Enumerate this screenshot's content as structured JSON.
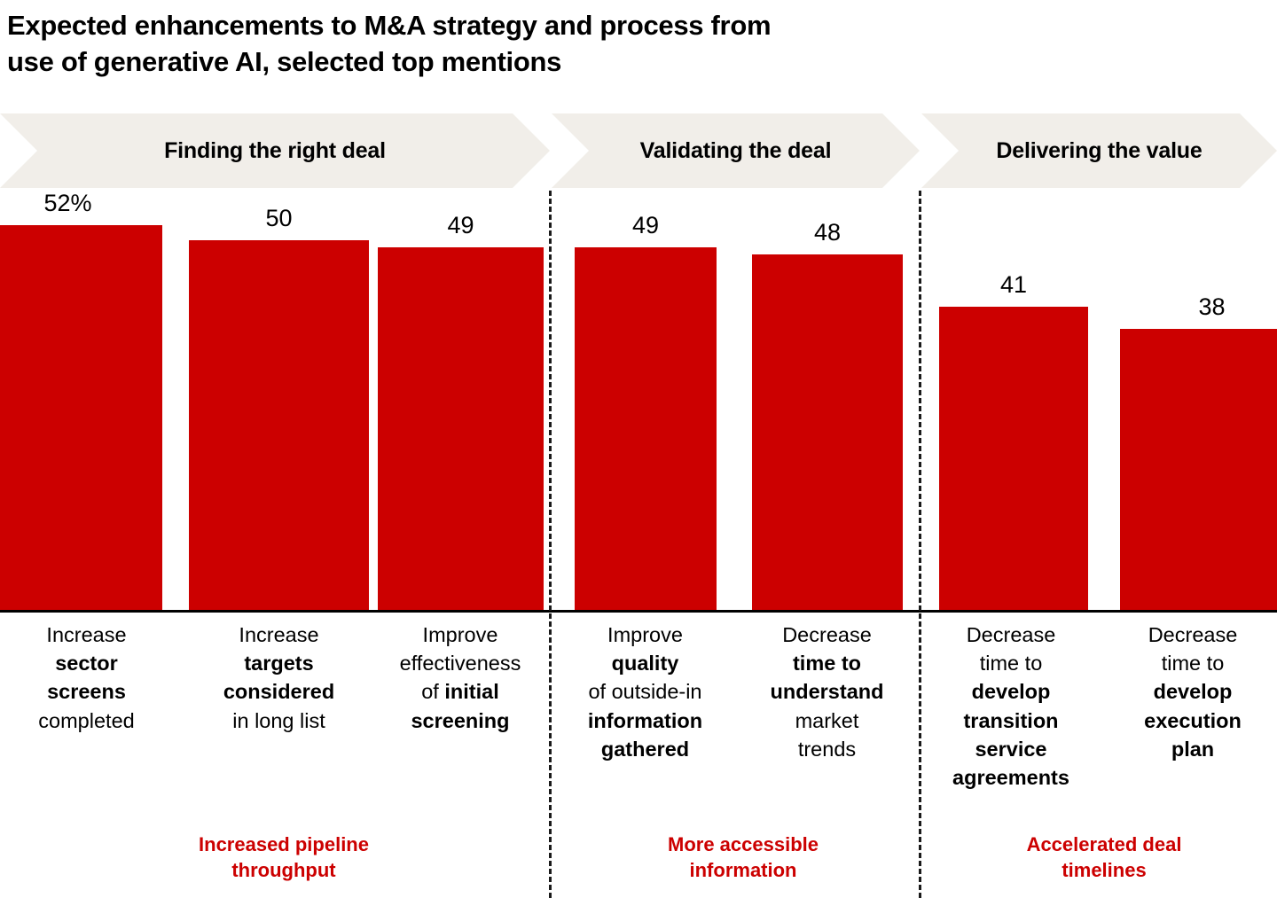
{
  "title": {
    "line1": "Expected enhancements to M&A strategy and process from",
    "line2": "use of generative AI, selected top mentions"
  },
  "banner": {
    "stages": [
      {
        "label": "Finding the right deal"
      },
      {
        "label": "Validating the deal"
      },
      {
        "label": "Delivering the value"
      }
    ]
  },
  "footers": [
    {
      "text": "Increased pipeline\nthroughput"
    },
    {
      "text": "More accessible\ninformation"
    },
    {
      "text": "Accelerated deal\ntimelines"
    }
  ],
  "chart_data": {
    "type": "bar",
    "title": "Expected enhancements to M&A strategy and process from use of generative AI, selected top mentions",
    "xlabel": "",
    "ylabel": "",
    "ylim": [
      0,
      57
    ],
    "grid": false,
    "legend": "none",
    "unit": "%",
    "bar_color": "#CC0000",
    "categories": [
      "Increase sector screens completed",
      "Increase targets considered in long list",
      "Improve effectiveness of initial screening",
      "Improve quality of outside-in information gathered",
      "Decrease time to understand market trends",
      "Decrease time to develop transition service agreements",
      "Decrease time to develop execution plan"
    ],
    "values": [
      52,
      50,
      49,
      49,
      48,
      41,
      38
    ],
    "value_labels": [
      "52%",
      "50",
      "49",
      "49",
      "48",
      "41",
      "38"
    ],
    "groups": [
      {
        "name": "Finding the right deal",
        "outcome": "Increased pipeline throughput",
        "bar_indexes": [
          0,
          1,
          2
        ]
      },
      {
        "name": "Validating the deal",
        "outcome": "More accessible information",
        "bar_indexes": [
          3,
          4
        ]
      },
      {
        "name": "Delivering the value",
        "outcome": "Accelerated deal timelines",
        "bar_indexes": [
          5,
          6
        ]
      }
    ],
    "bars": [
      {
        "value": 52,
        "label": "52%",
        "cat_line1": "Increase",
        "cat_line2": "sector",
        "cat_line3": "screens",
        "cat_line4": "completed",
        "cat_line5": "",
        "bold": [
          false,
          true,
          true,
          false,
          false
        ]
      },
      {
        "value": 50,
        "label": "50",
        "cat_line1": "Increase",
        "cat_line2": "targets",
        "cat_line3": "considered",
        "cat_line4": "in long list",
        "cat_line5": "",
        "bold": [
          false,
          true,
          true,
          false,
          false
        ]
      },
      {
        "value": 49,
        "label": "49",
        "cat_line1": "Improve",
        "cat_line2": "effectiveness",
        "cat_line3": "of initial",
        "cat_line4": "screening",
        "cat_line5": "",
        "bold": [
          false,
          false,
          "mixed",
          true,
          false
        ]
      },
      {
        "value": 49,
        "label": "49",
        "cat_line1": "Improve",
        "cat_line2": "quality",
        "cat_line3": "of outside-in",
        "cat_line4": "information",
        "cat_line5": "gathered",
        "bold": [
          false,
          true,
          false,
          true,
          true
        ]
      },
      {
        "value": 48,
        "label": "48",
        "cat_line1": "Decrease",
        "cat_line2": "time to",
        "cat_line3": "understand",
        "cat_line4": "market",
        "cat_line5": "trends",
        "bold": [
          false,
          true,
          true,
          false,
          false
        ]
      },
      {
        "value": 41,
        "label": "41",
        "cat_line1": "Decrease",
        "cat_line2": "time to",
        "cat_line3": "develop",
        "cat_line4": "transition",
        "cat_line5": "service",
        "cat_line6": "agreements",
        "bold": [
          false,
          false,
          true,
          true,
          true,
          true
        ]
      },
      {
        "value": 38,
        "label": "38",
        "cat_line1": "Decrease",
        "cat_line2": "time to",
        "cat_line3": "develop",
        "cat_line4": "execution",
        "cat_line5": "plan",
        "bold": [
          false,
          false,
          true,
          true,
          true
        ]
      }
    ]
  }
}
